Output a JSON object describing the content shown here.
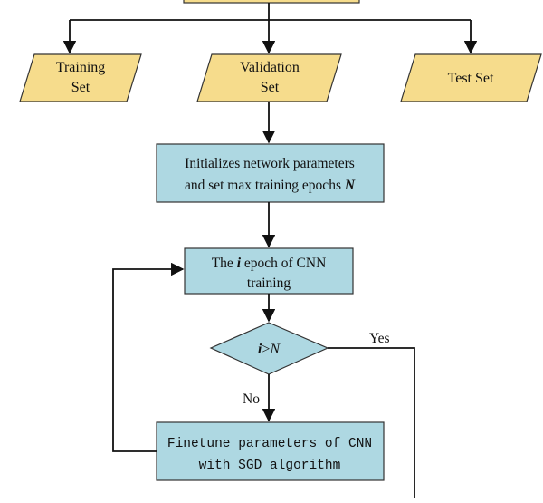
{
  "colors": {
    "io_fill": "#f6dc8c",
    "process_fill": "#aed8e2",
    "decision_fill": "#aed8e2",
    "stroke": "#333333",
    "arrow": "#111111"
  },
  "nodes": {
    "training_set": {
      "line1": "Training",
      "line2": "Set"
    },
    "validation_set": {
      "line1": "Validation",
      "line2": "Set"
    },
    "test_set": {
      "label": "Test Set"
    },
    "init": {
      "line1": "Initializes network parameters",
      "line2_prefix": "and set max training epochs ",
      "line2_var": "N"
    },
    "epoch": {
      "line1_prefix": "The ",
      "line1_var": "i",
      "line1_suffix": " epoch of CNN",
      "line2": "training"
    },
    "decision": {
      "var_i": "i",
      "op": ">",
      "var_n": "N"
    },
    "finetune": {
      "line1": "Finetune parameters of CNN",
      "line2": "with SGD algorithm"
    }
  },
  "edge_labels": {
    "yes": "Yes",
    "no": "No"
  }
}
